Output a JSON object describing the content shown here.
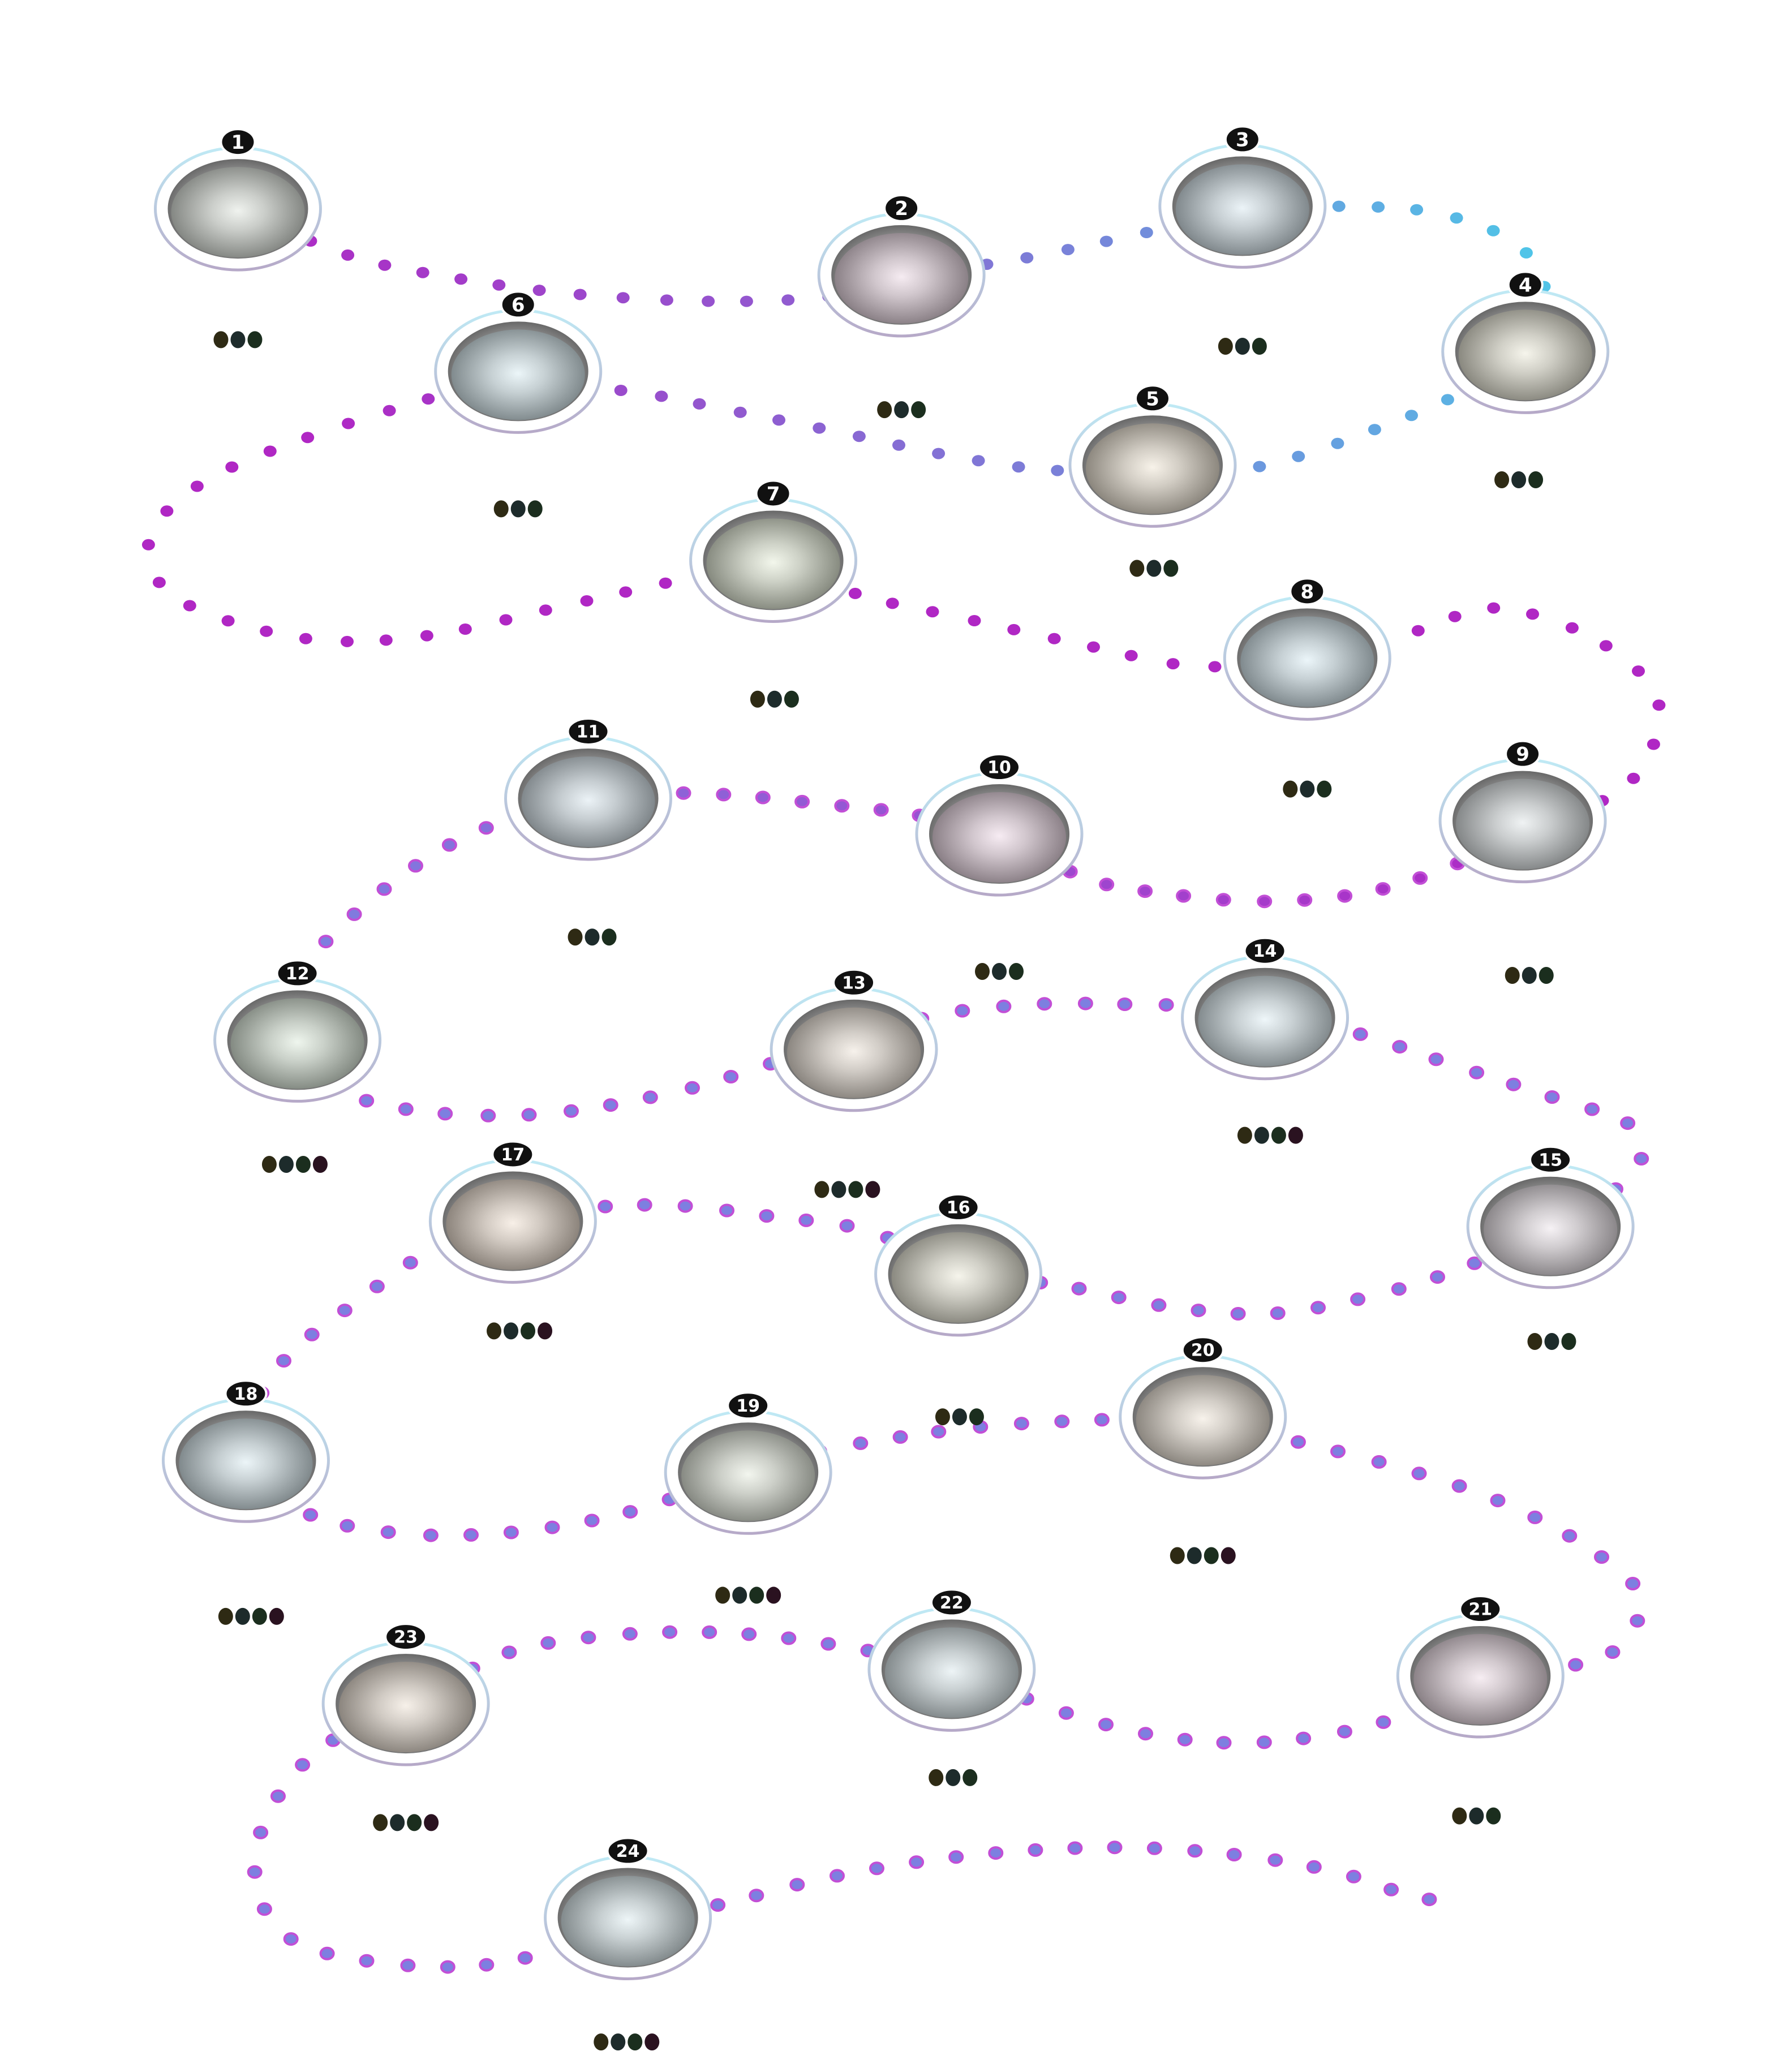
{
  "board": {
    "background": "#ffffff",
    "path_color_start": "#b027c4",
    "path_color_mid": "#4fc6e8",
    "path_color_late": "#7d7fe0",
    "badge_color": "#111111",
    "pip_colors": [
      "#2e2a14",
      "#1d2b2b",
      "#1b2e1e",
      "#2a1220",
      "#0f0f0f"
    ]
  },
  "levels": [
    {
      "label": "1",
      "tint": "#b9c8b6",
      "pips": 3
    },
    {
      "label": "2",
      "tint": "#d8a8c4",
      "pips": 3
    },
    {
      "label": "3",
      "tint": "#a9cfe0",
      "pips": 3
    },
    {
      "label": "4",
      "tint": "#d6d2a8",
      "pips": 3
    },
    {
      "label": "5",
      "tint": "#e0c8a0",
      "pips": 3
    },
    {
      "label": "6",
      "tint": "#a8d6e2",
      "pips": 3
    },
    {
      "label": "7",
      "tint": "#c8dca8",
      "pips": 3
    },
    {
      "label": "8",
      "tint": "#a8d4e6",
      "pips": 3
    },
    {
      "label": "9",
      "tint": "#bcc8cc",
      "pips": 3
    },
    {
      "label": "10",
      "tint": "#dca8c8",
      "pips": 3
    },
    {
      "label": "11",
      "tint": "#a8c8dc",
      "pips": 3
    },
    {
      "label": "12",
      "tint": "#b8d4b0",
      "pips": 4
    },
    {
      "label": "13",
      "tint": "#dcc4a8",
      "pips": 4
    },
    {
      "label": "14",
      "tint": "#b8dce6",
      "pips": 4
    },
    {
      "label": "15",
      "tint": "#d8c4d0",
      "pips": 3
    },
    {
      "label": "16",
      "tint": "#d8d0a8",
      "pips": 3
    },
    {
      "label": "17",
      "tint": "#e0bc98",
      "pips": 4
    },
    {
      "label": "18",
      "tint": "#a8d0e0",
      "pips": 4
    },
    {
      "label": "19",
      "tint": "#c8d4b8",
      "pips": 4
    },
    {
      "label": "20",
      "tint": "#e0c8a8",
      "pips": 4
    },
    {
      "label": "21",
      "tint": "#dcb0c8",
      "pips": 3
    },
    {
      "label": "22",
      "tint": "#b0d0dc",
      "pips": 3
    },
    {
      "label": "23",
      "tint": "#dcc0a0",
      "pips": 4
    },
    {
      "label": "24",
      "tint": "#b0d4e0",
      "pips": 4
    }
  ]
}
